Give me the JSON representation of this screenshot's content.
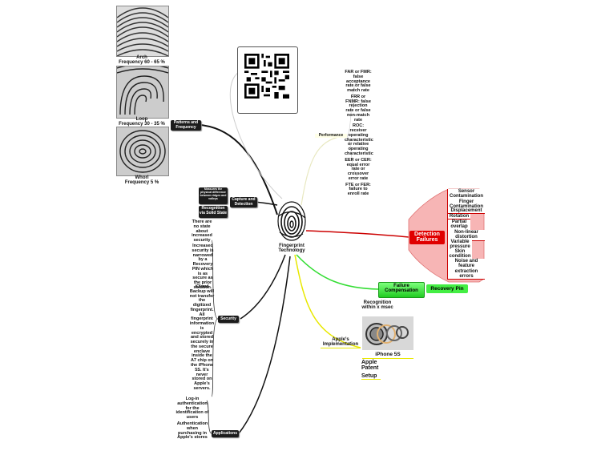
{
  "center": {
    "title": "Fingerprint Technology"
  },
  "patterns": {
    "label": "Patterns and Frequency",
    "arch": "Arch\nFrequency 60 - 65 %",
    "loop": "Loop\nFrequency 30 - 35 %",
    "whorl": "Whorl\nFrequency 5 %"
  },
  "capture": {
    "label": "Capture and Detection",
    "item1": "Measures the physical difference between ridges and valleys",
    "item2": "Recognition via Solid State"
  },
  "performance": {
    "label": "Performance",
    "items": [
      "FAR or FMR: false acceptance rate or false match rate",
      "FRR or FNMR: false rejection rate or false non-match rate",
      "ROC: receiver operating characteristic or relative operating characteristic",
      "EER or CER: equal error rate or crossover error rate",
      "FTE or FER: failure to enroll rate"
    ]
  },
  "failures": {
    "label": "Detection Failures",
    "items": [
      "Sensor Contamination",
      "Finger Contamination",
      "Displacement",
      "Rotation",
      "Partial overlap",
      "Non-linear distortion",
      "Variable pressure",
      "Skin condition",
      "Noise and feature extraction errors"
    ]
  },
  "compensation": {
    "label": "Failure Compensation",
    "child": "Recovery Pin"
  },
  "apple": {
    "label": "Apple's Implementation",
    "recognition": "Recognition within x msec",
    "device": "iPhone 5S",
    "patent": "Apple Patent",
    "setup": "Setup"
  },
  "security": {
    "label": "Security",
    "item1": "There are no state about increased security",
    "item2": "Increased security is narrowed by a Recovery PIN which is as secure as the prior solution.",
    "item3": "iCloud Backup will not transfer the digitized fingerprint. All fingerprint information is encrypted and stored securely in the secure enclave inside the A7 chip on the iPhone 5S. It's never stored on Apple's servers."
  },
  "applications": {
    "label": "Applications",
    "item1": "Log-in authentication for the identification of users",
    "item2": "Authentication when purchasing in Apple's stores"
  },
  "colors": {
    "red": "#cc0000",
    "green": "#33dd33",
    "yellow": "#e8e800",
    "black": "#111111"
  }
}
